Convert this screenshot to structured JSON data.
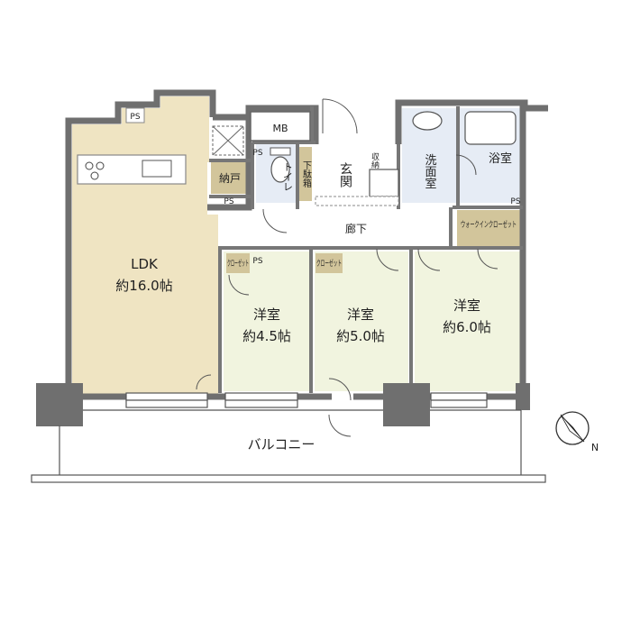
{
  "rooms": {
    "ldk": {
      "name": "LDK",
      "size": "約16.0帖"
    },
    "western1": {
      "name": "洋室",
      "size": "約4.5帖"
    },
    "western2": {
      "name": "洋室",
      "size": "約5.0帖"
    },
    "western3": {
      "name": "洋室",
      "size": "約6.0帖"
    },
    "storage": "納戸",
    "toilet": "トイレ",
    "shoe_box": "下駄箱",
    "entrance": "玄関",
    "washroom": "洗面室",
    "bathroom": "浴室",
    "hallway": "廊下",
    "walk_in_closet": "ウォークインクローゼット",
    "closet": "クローゼット",
    "storage_small": "収納",
    "mb": "MB",
    "ps": "PS",
    "balcony": "バルコニー"
  },
  "compass": {
    "label": "N"
  },
  "colors": {
    "wall": "#6f6f6f",
    "ldk_floor": "#efe4c2",
    "room_floor": "#f1f4df",
    "wet_floor": "#e6ecf5",
    "storage_floor": "#d2c59b",
    "balcony_line": "#555555"
  }
}
